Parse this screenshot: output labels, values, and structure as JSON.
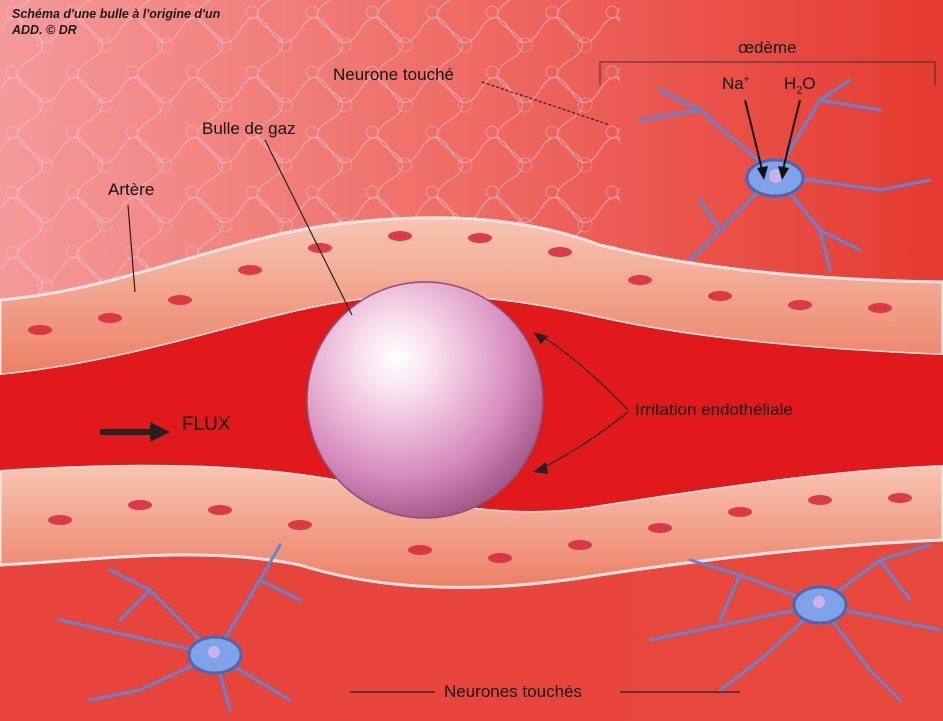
{
  "credit": {
    "line1": "Schéma d'une bulle à l'origine d'un",
    "line2": "ADD. © DR"
  },
  "labels": {
    "oedeme": "œdème",
    "na": "Na",
    "na_superscript": "+",
    "h2o_h": "H",
    "h2o_sub": "2",
    "h2o_o": "O",
    "neurone_touche": "Neurone touché",
    "bulle_de_gaz": "Bulle de gaz",
    "artere": "Artère",
    "flux": "FLUX",
    "irritation": "Irritation endothéliale",
    "neurones_touches": "Neurones touchés"
  },
  "colors": {
    "tissue": "#e8463f",
    "blood": "#e01a1a",
    "vessel_wall": "#f08d6e",
    "neuron": "#5e86d8",
    "bubble": "#e7b3d4"
  }
}
